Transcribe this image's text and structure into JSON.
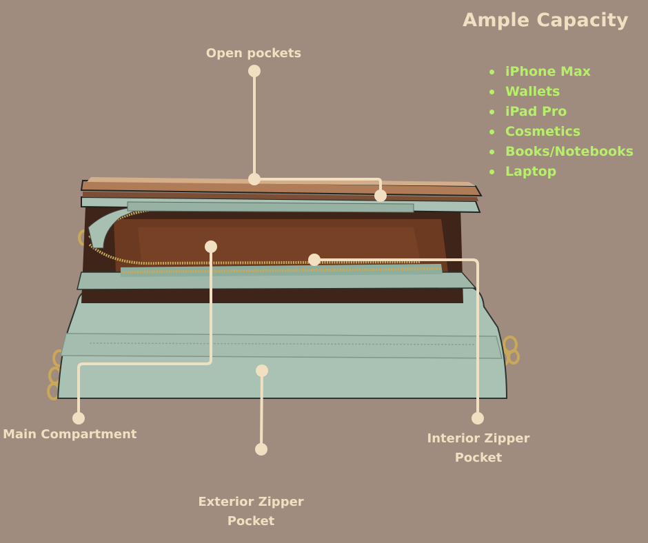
{
  "header": {
    "title": "Ample Capacity"
  },
  "capacity_items": [
    "iPhone Max",
    "Wallets",
    "iPad Pro",
    "Cosmetics",
    "Books/Notebooks",
    "Laptop"
  ],
  "callouts": {
    "open_pockets": "Open pockets",
    "main_compartment": "Main Compartment",
    "interior_zipper_line1": "Interior Zipper",
    "interior_zipper_line2": "Pocket",
    "exterior_zipper_line1": "Exterior Zipper",
    "exterior_zipper_line2": "Pocket"
  },
  "colors": {
    "background": "#a08c7e",
    "title": "#f1dfc2",
    "list_text": "#b6f06a",
    "callout_line": "#f1dfc2",
    "bag_body": "#a9c2b4",
    "bag_lining": "#6b3a20"
  }
}
